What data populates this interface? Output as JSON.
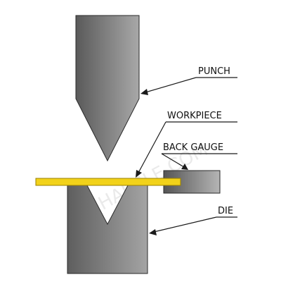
{
  "labels": {
    "punch": "PUNCH",
    "workpiece": "WORKPIECE",
    "back_gauge": "BACK GAUGE",
    "die": "DIE"
  },
  "watermark": "HARSLE.COM",
  "colors": {
    "steel_dark": "#5a5a5a",
    "steel_light": "#a8a8a8",
    "workpiece_fill": "#f2d21a",
    "workpiece_stroke": "#9a8000",
    "outline": "#2a2a2a",
    "leader_line": "#1a1a1a"
  }
}
